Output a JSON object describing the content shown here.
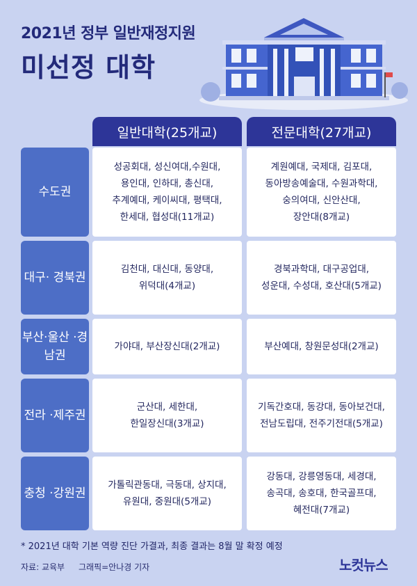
{
  "header": {
    "line1": "2021년 정부 일반재정지원",
    "line2": "미선정 대학"
  },
  "columns": {
    "general": "일반대학(25개교)",
    "college": "전문대학(27개교)"
  },
  "rows": [
    {
      "region": "수도권",
      "general": "성공회대, 성신여대,수원대,\n용인대, 인하대, 총신대,\n추계예대, 케이씨대, 평택대,\n한세대, 협성대(11개교)",
      "college": "계원예대, 국제대, 김포대,\n동아방송예술대, 수원과학대,\n숭의여대, 신안산대,\n장안대(8개교)"
    },
    {
      "region": "대구·\n경북권",
      "general": "김천대, 대신대, 동양대,\n위덕대(4개교)",
      "college": "경북과학대, 대구공업대,\n성운대, 수성대, 호산대(5개교)"
    },
    {
      "region": "부산·울산\n·경남권",
      "general": "가야대, 부산장신대(2개교)",
      "college": "부산예대, 창원문성대(2개교)"
    },
    {
      "region": "전라\n·제주권",
      "general": "군산대, 세한대,\n한일장신대(3개교)",
      "college": "기독간호대, 동강대, 동아보건대,\n전남도립대, 전주기전대(5개교)"
    },
    {
      "region": "충청\n·강원권",
      "general": "가톨릭관동대, 극동대, 상지대,\n유원대, 중원대(5개교)",
      "college": "강동대, 강릉영동대, 세경대,\n송곡대, 송호대, 한국골프대,\n혜전대(7개교)"
    }
  ],
  "footnote": "* 2021년 대학 기본 역량 진단 가결과, 최종 결과는 8월 말 확정 예정",
  "source": "자료: 교육부",
  "credit": "그래픽=안나경 기자",
  "logo": "노컷뉴스",
  "colors": {
    "background": "#c9d3f1",
    "header_bar": "#2d3598",
    "region_box": "#4d6ec6",
    "title_text": "#232a7a"
  },
  "icons": [
    "university-building-icon"
  ]
}
